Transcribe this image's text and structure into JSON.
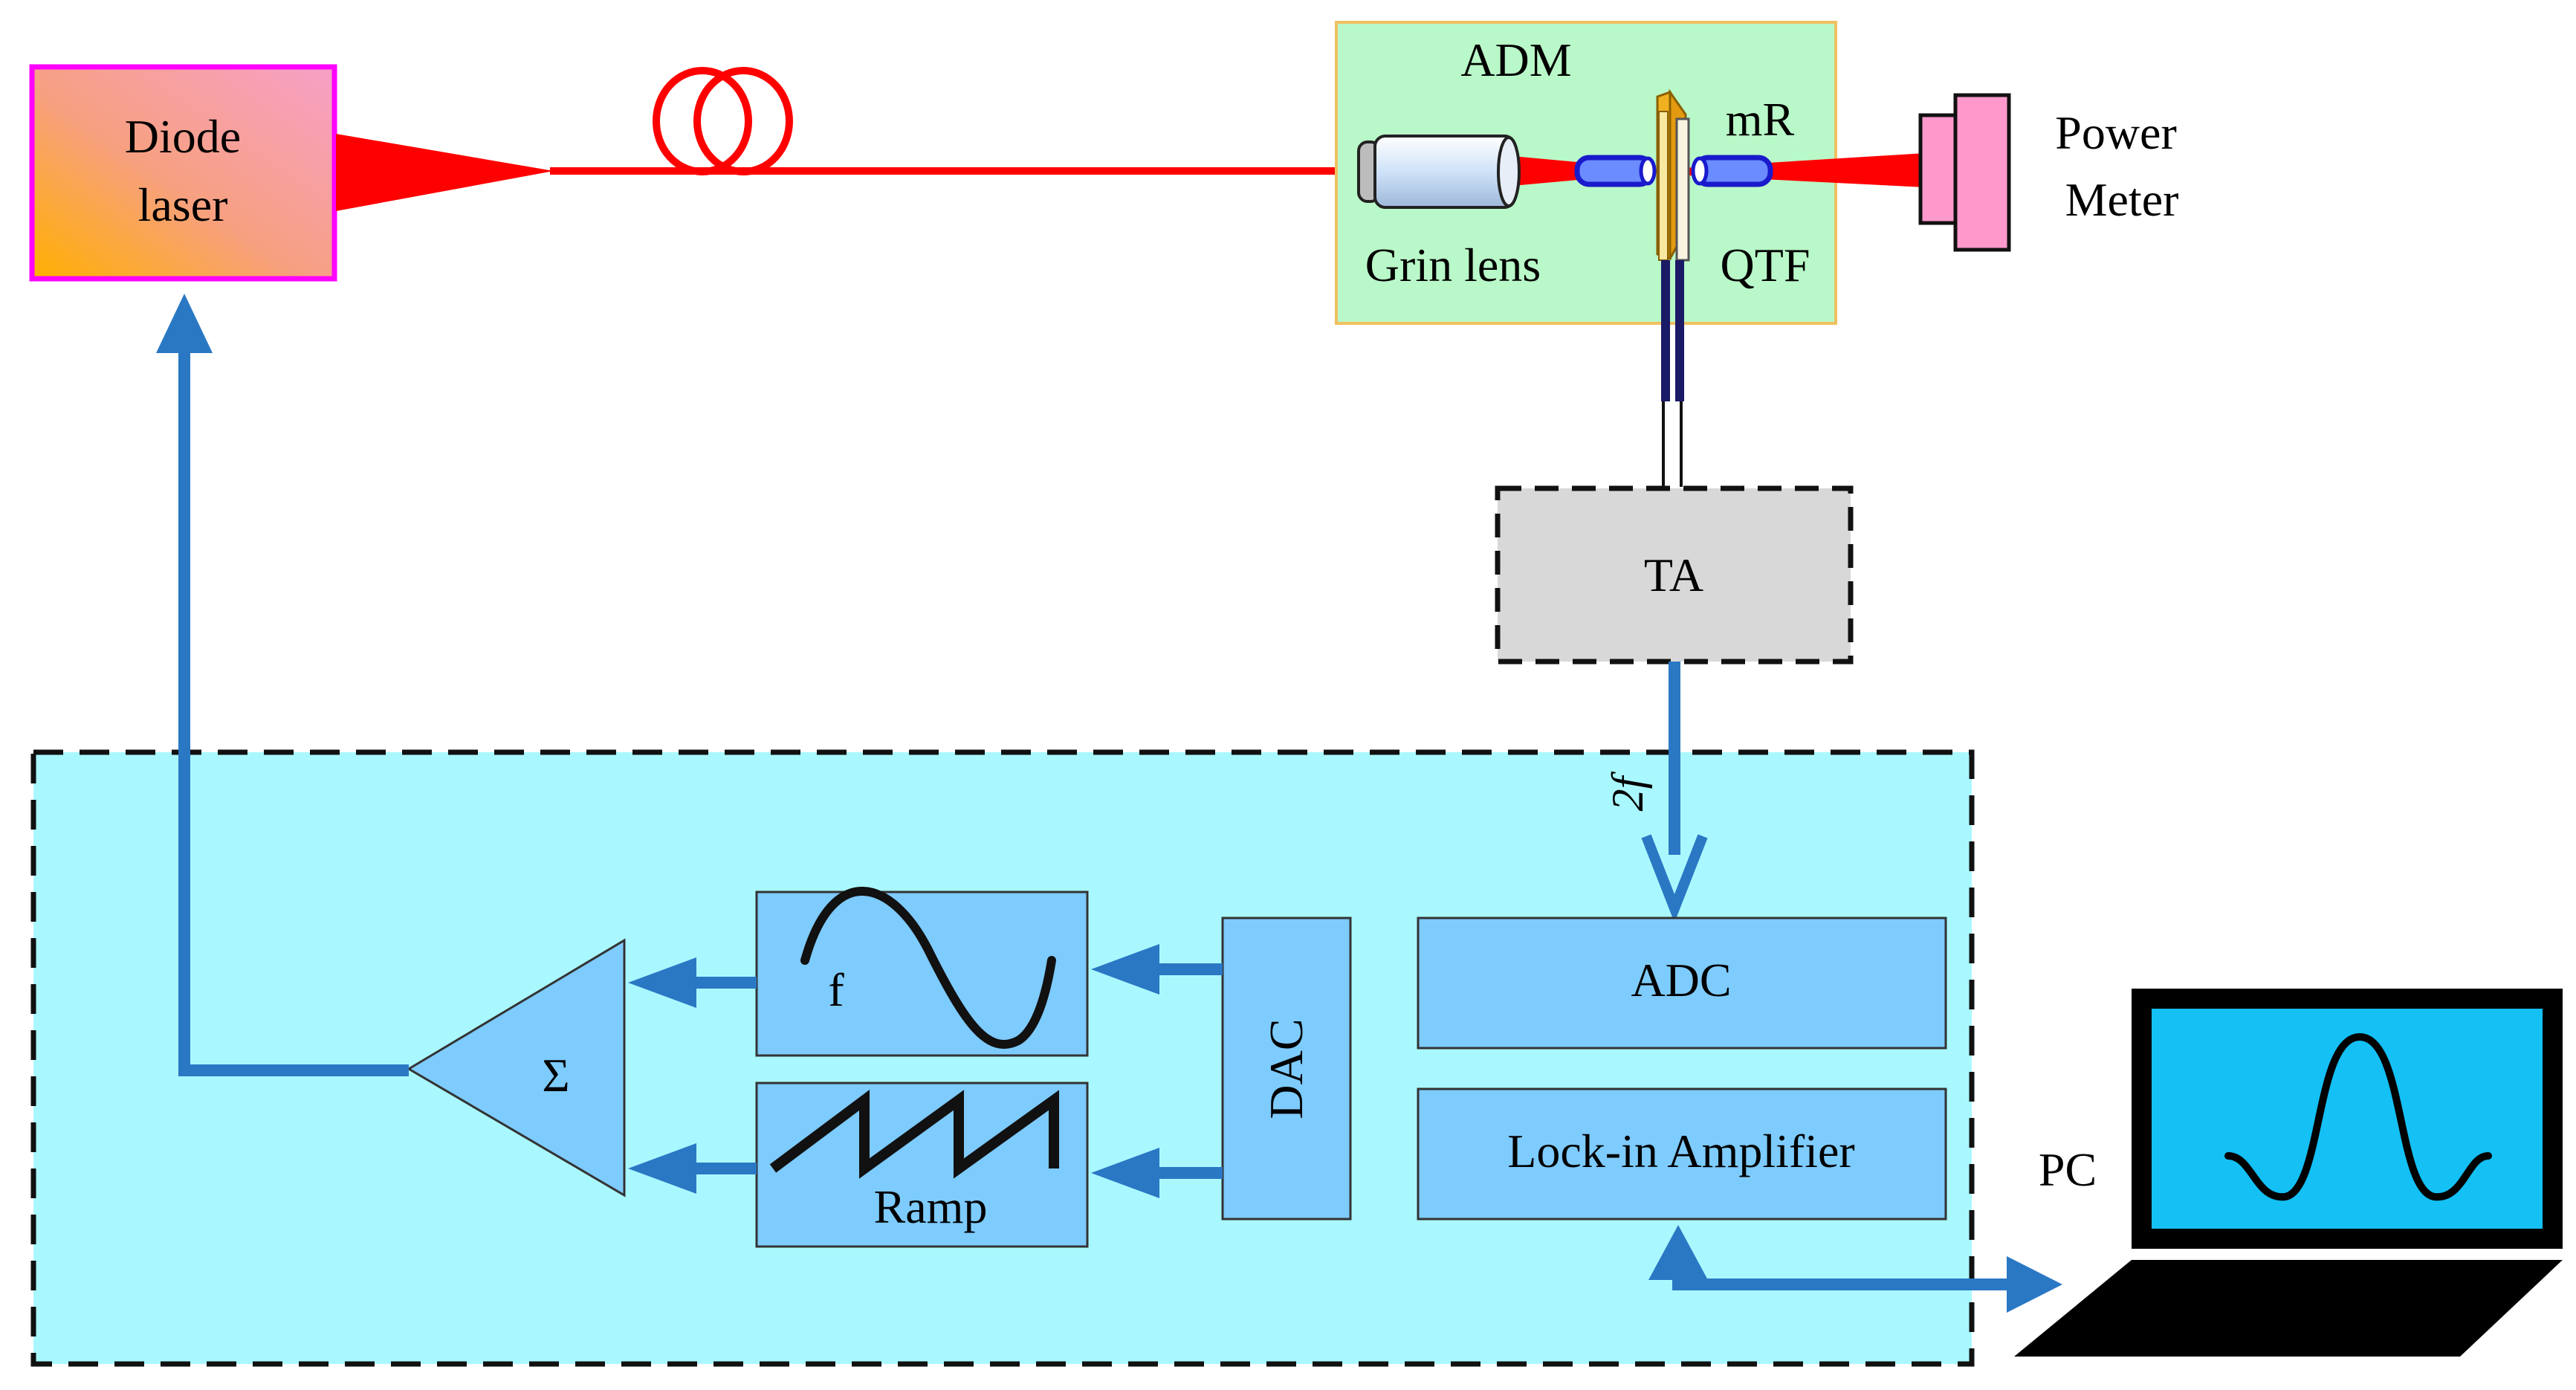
{
  "colors": {
    "laser_fill": "#f7a0a8",
    "laser_border": "#ff00ff",
    "beam": "#ff0000",
    "adm_fill": "#b9f8c8",
    "adm_border": "#f0c060",
    "power_meter": "#ff99cc",
    "ta_fill": "#d8d8d8",
    "electronics_panel": "#aaf8ff",
    "block_fill": "#7ecbfd",
    "block_border": "#333333",
    "signal_arrow": "#2a78c4",
    "pc_screen": "#14c0f4",
    "qtf": "#f0b020",
    "resonator": "#1a1acc"
  },
  "labels": {
    "diode_laser": "Diode laser",
    "adm": "ADM",
    "mr": "mR",
    "grin_lens": "Grin lens",
    "qtf": "QTF",
    "power_meter": "Power Meter",
    "ta": "TA",
    "two_f": "2f",
    "f": "f",
    "sigma": "Σ",
    "ramp": "Ramp",
    "dac": "DAC",
    "adc": "ADC",
    "lock_in": "Lock-in Amplifier",
    "pc": "PC"
  },
  "icons": {
    "fiber_coil": "fiber-coil-icon",
    "grin_lens": "grin-lens-icon",
    "tuning_fork": "tuning-fork-icon",
    "sine_wave": "sine-wave-icon",
    "sawtooth": "sawtooth-icon",
    "laptop": "laptop-icon",
    "summing_amplifier": "summing-amplifier-icon"
  }
}
